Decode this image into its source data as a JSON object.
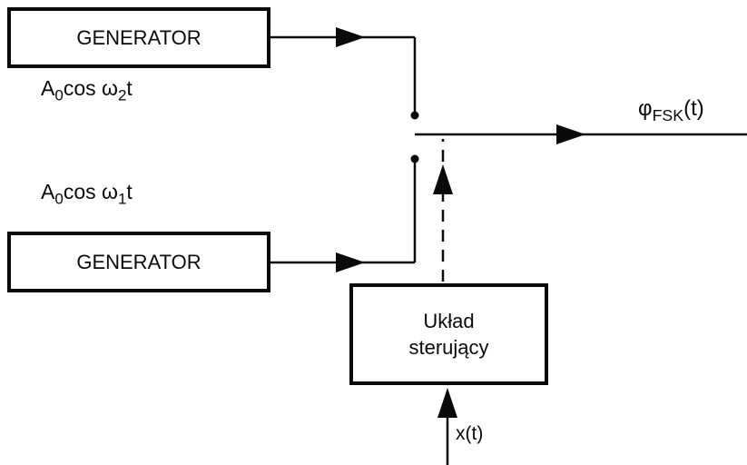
{
  "diagram": {
    "generator_top": {
      "label": "GENERATOR"
    },
    "generator_bottom": {
      "label": "GENERATOR"
    },
    "signal_top": {
      "amp": "A",
      "amp_sub": "0",
      "cos": "cos ω",
      "freq_sub": "2",
      "time": "t"
    },
    "signal_bottom": {
      "amp": "A",
      "amp_sub": "0",
      "cos": "cos ω",
      "freq_sub": "1",
      "time": "t"
    },
    "output_label": {
      "phi": "φ",
      "phi_sub": "FSK",
      "arg": "(t)"
    },
    "control_box": {
      "line1": "Układ",
      "line2": "sterujący"
    },
    "input_label": "x(t)",
    "colors": {
      "line": "#0a0a0a",
      "background": "#ffffff"
    }
  }
}
